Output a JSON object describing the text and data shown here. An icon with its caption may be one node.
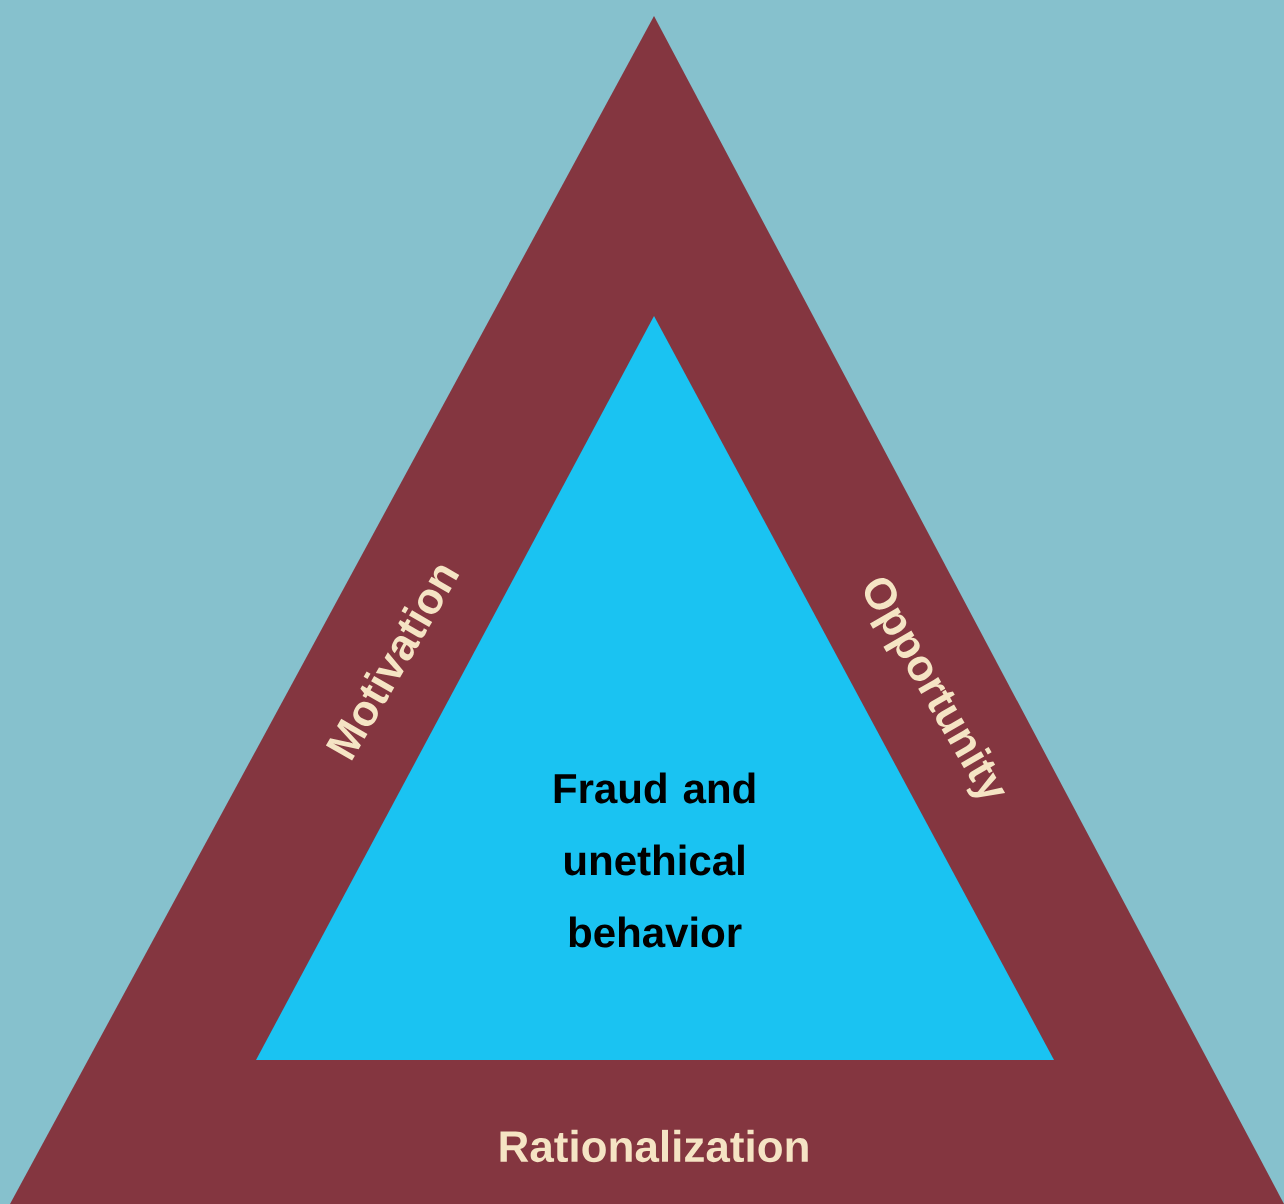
{
  "diagram": {
    "nodes": [
      {
        "text": [
          "Motivation",
          "Opportunity",
          "Rationalization"
        ]
      },
      {
        "text": [
          "Fraud and unethical behavior"
        ],
        "in": 0
      }
    ]
  }
}
